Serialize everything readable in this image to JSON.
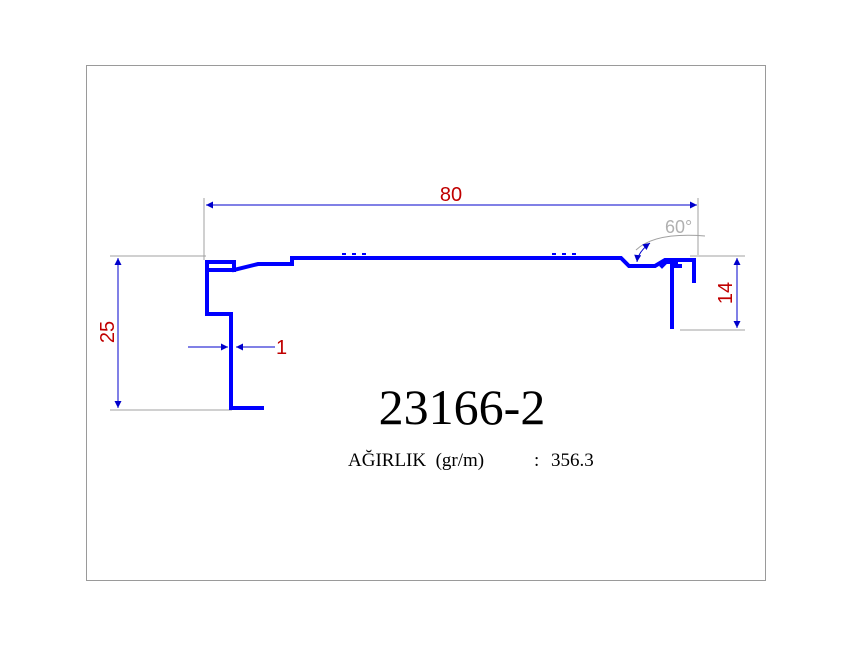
{
  "drawing": {
    "part_number": "23166-2",
    "weight_label": "AĞIRLIK  (gr/m)",
    "weight_separator": ":",
    "weight_value": "356.3",
    "dimensions": {
      "width": "80",
      "height_total": "25",
      "height_lip": "14",
      "wall_thickness": "1",
      "angle": "60°"
    }
  },
  "colors": {
    "profile": "#0000ff",
    "dimension_text": "#c00000",
    "dimension_line": "#0000cc",
    "extension_line": "#a0a0a0",
    "angle_text": "#b0b0b0",
    "frame": "#9a9a9a"
  }
}
